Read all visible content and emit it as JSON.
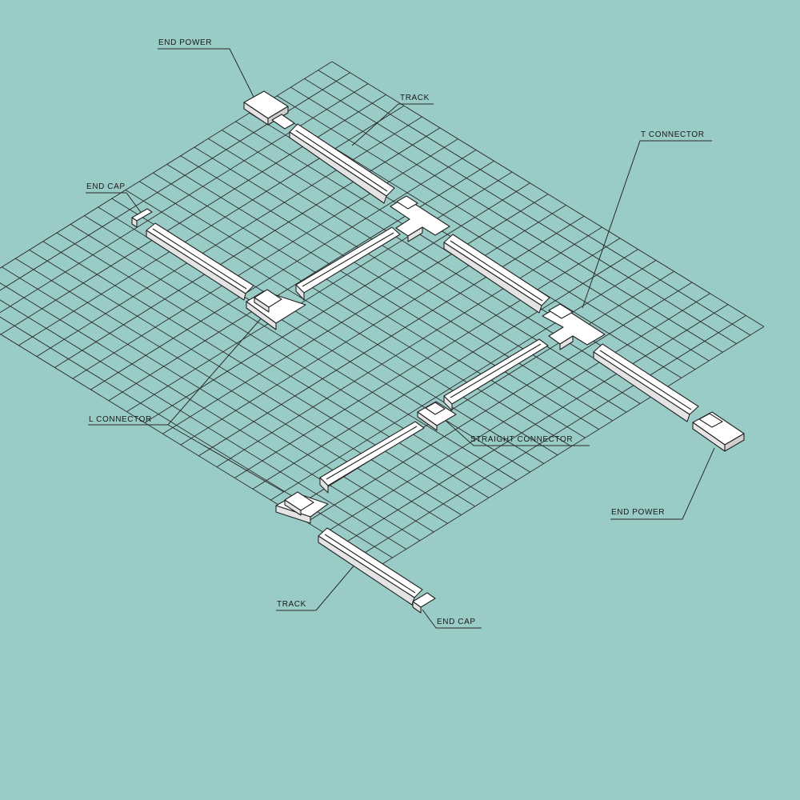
{
  "colors": {
    "background": "#99cbc7",
    "line": "#2b2b2b",
    "part_fill": "#ffffff"
  },
  "labels": {
    "end_power_top": "END POWER",
    "track_top": "TRACK",
    "t_connector": "T CONNECTOR",
    "end_cap_left": "END CAP",
    "l_connector": "L CONNECTOR",
    "straight_connector": "STRAIGHT CONNECTOR",
    "end_power_right": "END POWER",
    "track_bottom": "TRACK",
    "end_cap_bottom": "END CAP"
  }
}
